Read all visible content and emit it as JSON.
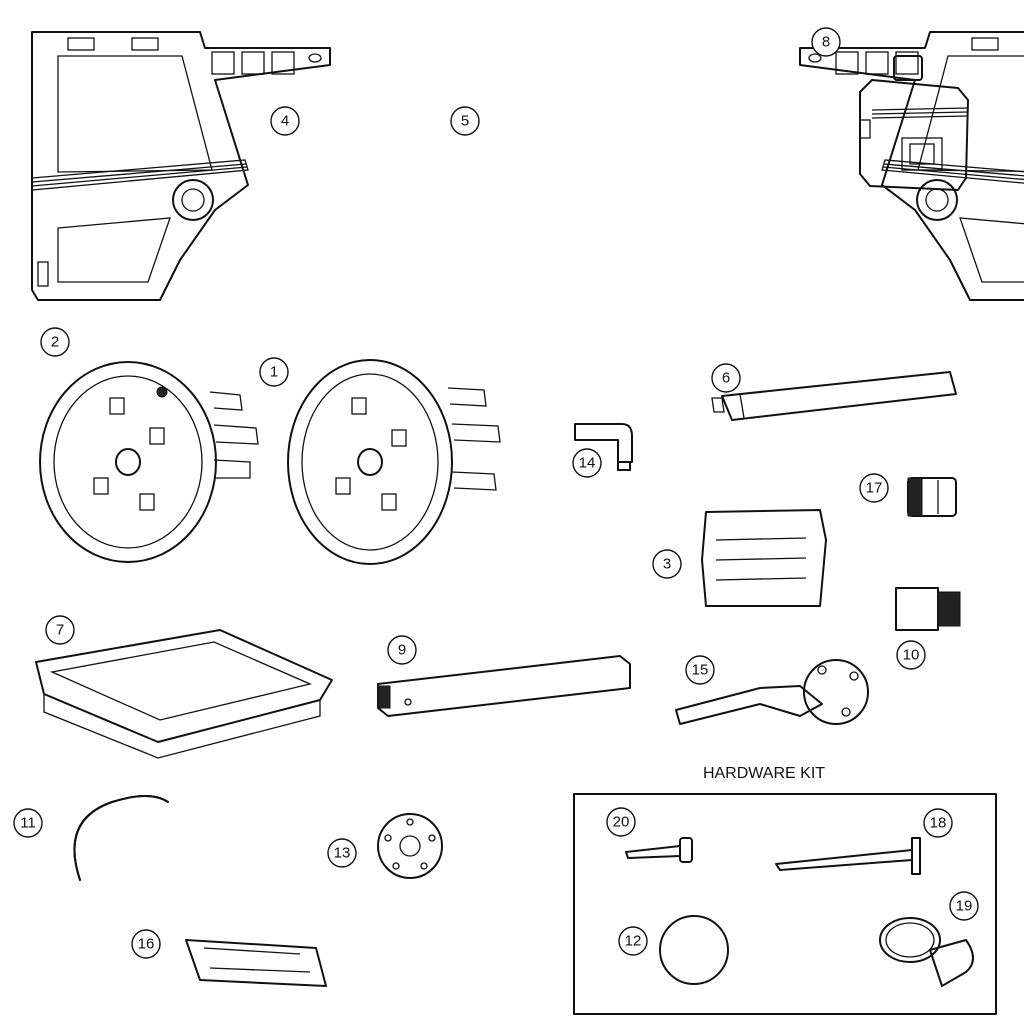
{
  "callouts": {
    "c1": "1",
    "c2": "2",
    "c3": "3",
    "c4": "4",
    "c5": "5",
    "c6": "6",
    "c7": "7",
    "c8": "8",
    "c9": "9",
    "c10": "10",
    "c11": "11",
    "c12": "12",
    "c13": "13",
    "c14": "14",
    "c15": "15",
    "c16": "16",
    "c17": "17",
    "c18": "18",
    "c19": "19",
    "c20": "20"
  },
  "hardware_kit": {
    "title": "HARDWARE KIT"
  }
}
